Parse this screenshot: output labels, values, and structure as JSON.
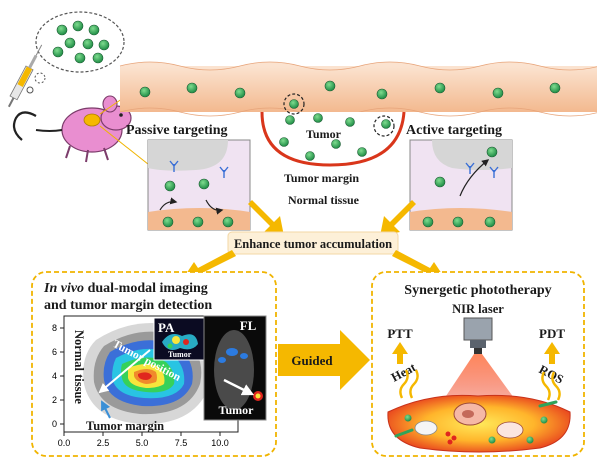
{
  "labels": {
    "passive_targeting": "Passive targeting",
    "active_targeting": "Active targeting",
    "tumor": "Tumor",
    "tumor_margin_top": "Tumor margin",
    "normal_tissue_top": "Normal tissue",
    "enhance": "Enhance tumor accumulation",
    "imaging_title_italic": "In vivo",
    "imaging_title_rest": " dual-modal imaging",
    "imaging_title_line2": "and tumor margin detection",
    "pa": "PA",
    "fl": "FL",
    "pa_tumor": "Tumor",
    "fl_tumor": "Tumor",
    "normal_tissue_side": "Normal tissue",
    "tumor_position": "Tumor position",
    "tumor_margin_map": "Tumor margin",
    "guided": "Guided",
    "therapy_title": "Synergetic phototherapy",
    "nir_laser": "NIR laser",
    "ptt": "PTT",
    "pdt": "PDT",
    "heat": "Heat",
    "ros": "ROS"
  },
  "axes": {
    "x_ticks": [
      "0.0",
      "2.5",
      "5.0",
      "7.5",
      "10.0"
    ],
    "y_ticks": [
      "0",
      "2",
      "4",
      "6",
      "8"
    ]
  },
  "colors": {
    "nanoparticle": "#2fa35a",
    "arrow_orange": "#f5b800",
    "tumor_boundary": "#d9361b",
    "dashed_box": "#f0b400",
    "skin": "#f6c9a8",
    "mouse": "#e98ed0",
    "laser_red": "#e8321e"
  }
}
